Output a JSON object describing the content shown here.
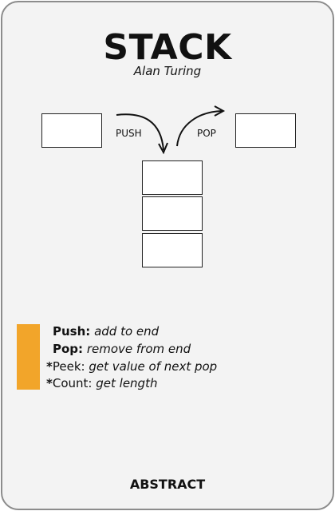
{
  "card": {
    "title": "STACK",
    "author": "Alan Turing",
    "category": "ABSTRACT"
  },
  "diagram": {
    "push_label": "PUSH",
    "pop_label": "POP"
  },
  "definitions": [
    {
      "prefix": "",
      "term": "Push:",
      "desc": "add to end"
    },
    {
      "prefix": "",
      "term": "Pop:",
      "desc": "remove from end"
    },
    {
      "prefix": "*",
      "term": "Peek:",
      "desc": "get value of next pop"
    },
    {
      "prefix": "*",
      "term": "Count:",
      "desc": "get length"
    }
  ],
  "colors": {
    "accent": "#f2a52a",
    "card_background": "#f3f3f3",
    "border": "#8c8c8c"
  }
}
